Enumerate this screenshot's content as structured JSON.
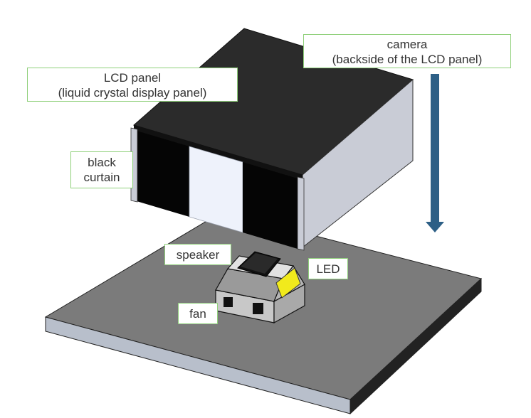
{
  "labels": {
    "camera": {
      "line1": "camera",
      "line2": "(backside of the LCD panel)"
    },
    "lcd_panel": {
      "line1": "LCD panel",
      "line2": "(liquid crystal display panel)"
    },
    "black_curtain": {
      "line1": "black",
      "line2": "curtain"
    },
    "speaker": "speaker",
    "led": "LED",
    "fan": "fan"
  },
  "colors": {
    "lcd_top": "#2b2b2b",
    "lcd_side": "#c9ccd6",
    "curtain": "#050505",
    "curtain_gap": "#eef2fb",
    "floor_top": "#7b7b7b",
    "floor_edge": "#b8bfcb",
    "arrow": "#2d5f86",
    "callout_border": "#8fd07a",
    "led": "#f1ea1c"
  }
}
